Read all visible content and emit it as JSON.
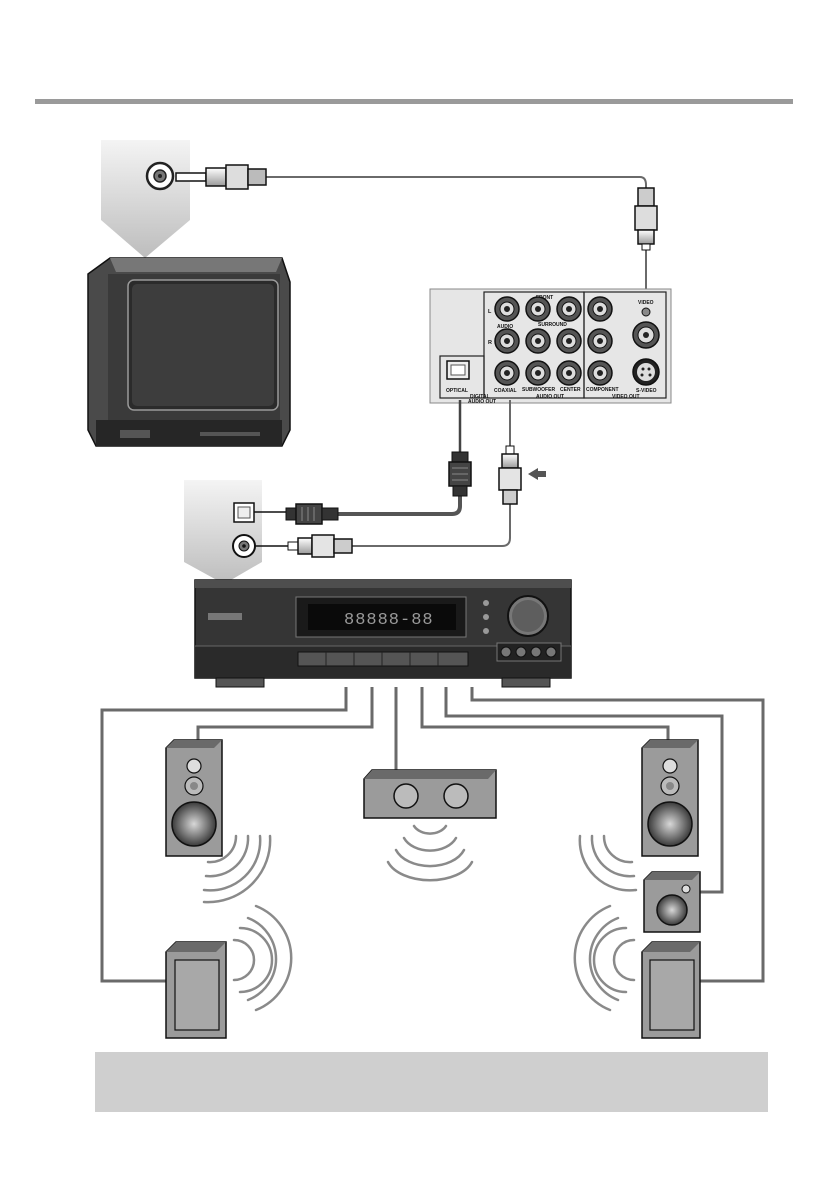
{
  "panel": {
    "labels": {
      "front": "FRONT",
      "surround": "SURROUND",
      "l": "L",
      "r": "R",
      "video_top": "VIDEO",
      "audio": "AUDIO",
      "subwoofer": "SUBWOOFER",
      "center": "CENTER",
      "component": "COMPONENT",
      "video": "VIDEO",
      "s_video": "S-VIDEO",
      "optical": "OPTICAL",
      "coaxial": "COAXIAL",
      "digital": "DIGITAL",
      "audio_out": "AUDIO OUT",
      "audio_out_group": "AUDIO OUT",
      "video_out_group": "VIDEO OUT"
    }
  },
  "receiver": {
    "display_text": "88888-88"
  },
  "colors": {
    "header_rule": "#9a9a9a",
    "note_box": "#cfcfcf",
    "cable": "#6a6a6a",
    "device_dark": "#2a2a2a"
  }
}
